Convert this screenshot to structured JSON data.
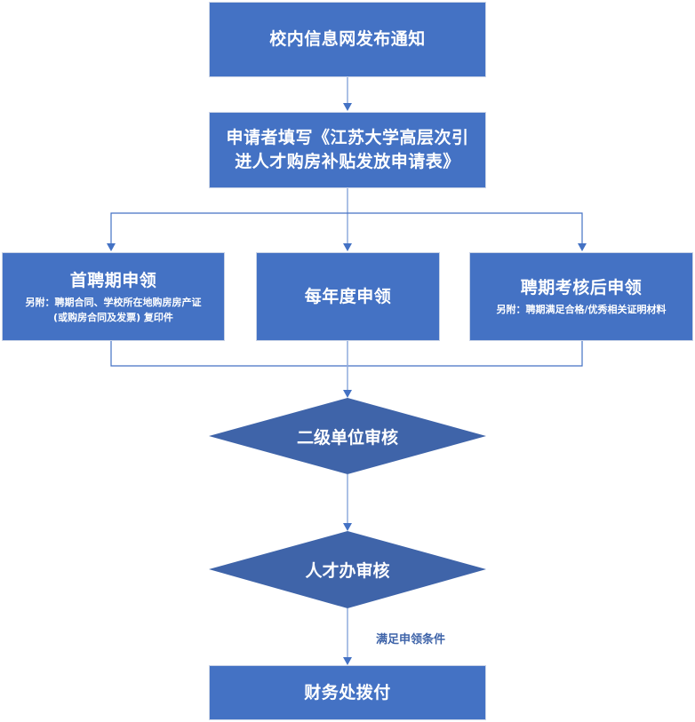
{
  "flowchart": {
    "nodes": {
      "notice": {
        "label": "校内信息网发布通知"
      },
      "apply_form": {
        "label_line1": "申请者填写《江苏大学高层次引",
        "label_line2": "进人才购房补贴发放申请表》"
      },
      "first_hire": {
        "label": "首聘期申领",
        "note_line1": "另附：聘期合同、学校所在地购房房产证",
        "note_line2": "(或购房合同及发票) 复印件"
      },
      "annual": {
        "label": "每年度申领"
      },
      "after_review": {
        "label": "聘期考核后申领",
        "note": "另附：聘期满足合格/优秀相关证明材料"
      },
      "dept_review": {
        "label": "二级单位审核"
      },
      "talent_review": {
        "label": "人才办审核"
      },
      "finance": {
        "label": "财务处拨付"
      }
    },
    "edges": {
      "condition_label": "满足申领条件"
    }
  },
  "colors": {
    "box_fill": "#4472C4",
    "diamond_fill": "#3F64A9",
    "connector": "#4472C4",
    "connector_light": "#8FAADC",
    "text": "#FFFFFF",
    "condition_text": "#3F64A9"
  }
}
